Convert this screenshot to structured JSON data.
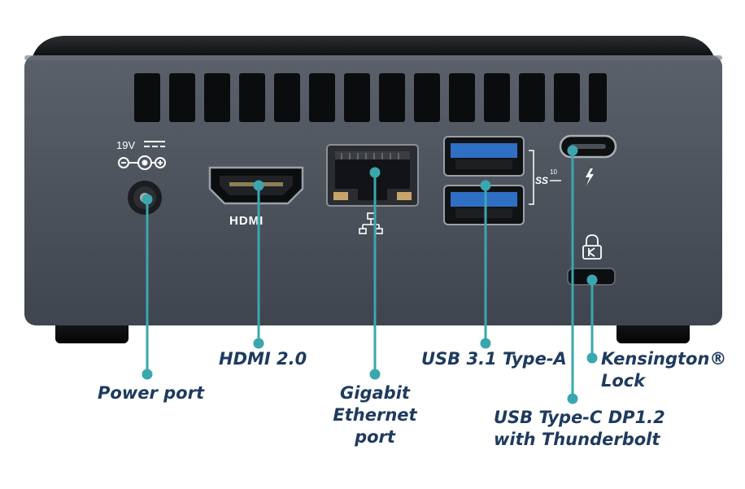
{
  "device": {
    "power_voltage": "19V",
    "hdmi_logo": "HDMI",
    "usb_speed": "SS",
    "usb_gen": "10",
    "ethernet_icon": "network-icon",
    "thunderbolt_icon": "lightning-icon",
    "kensington_icon": "kensington-lock-icon"
  },
  "labels": {
    "power": "Power port",
    "hdmi": "HDMI 2.0",
    "ethernet": "Gigabit\nEthernet port",
    "usb_a": "USB 3.1 Type-A",
    "usb_c": "USB Type-C DP1.2\nwith Thunderbolt",
    "kensington": "Kensington®\nLock"
  },
  "colors": {
    "callout": "#3aa7ae",
    "label_text": "#1e3a5f",
    "chassis": "#4b525c",
    "usb_blue": "#2f6fc4"
  }
}
